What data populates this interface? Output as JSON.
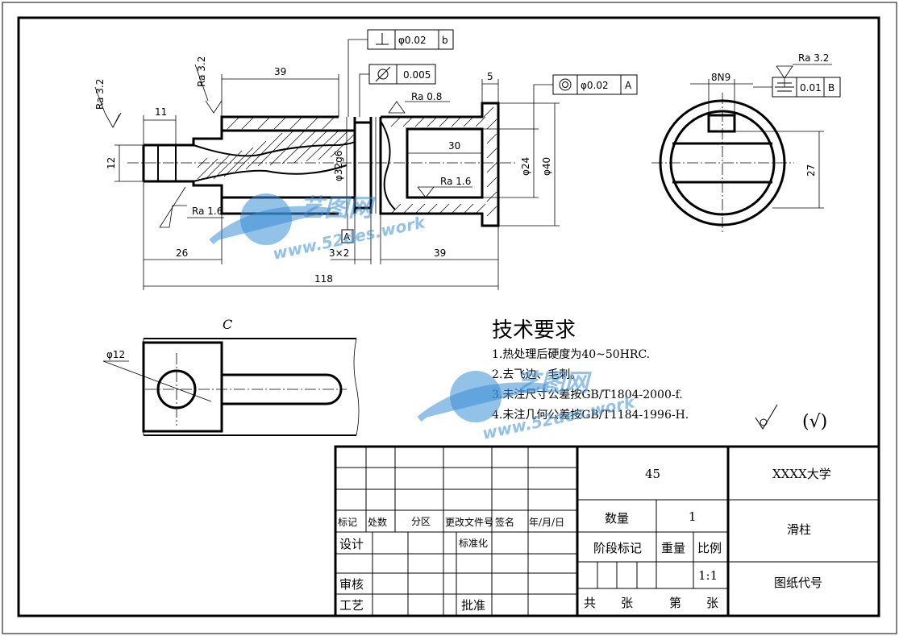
{
  "title_block": {
    "material": "45",
    "school": "XXXX大学",
    "part_name": "滑柱",
    "quantity_label": "数量",
    "quantity_value": "1",
    "stage_label": "阶段标记",
    "weight_label": "重量",
    "scale_label": "比例",
    "scale_value": "1:1",
    "drawing_no_label": "图纸代号",
    "total_label": "共",
    "sheet_label": "张",
    "no_label": "第",
    "sheet_label2": "张",
    "rev_headers": [
      "标记",
      "处数",
      "分区",
      "更改文件号",
      "签名",
      "年/月/日"
    ],
    "design_label": "设计",
    "standard_label": "标准化",
    "review_label": "审核",
    "process_label": "工艺",
    "approve_label": "批准"
  },
  "tech_requirements": {
    "heading": "技术要求",
    "items": [
      "1.热处理后硬度为40~50HRC.",
      "2.去飞边、毛刺。",
      "3.未注尺寸公差按GB/T1804-2000-f.",
      "4.未注几何公差按GB/T1184-1996-H."
    ]
  },
  "surface_finish_general": "(√)",
  "dimensions": {
    "d39_top": "39",
    "d5": "5",
    "d11": "11",
    "d12": "12",
    "d30": "30",
    "d24": "φ24",
    "d40": "φ40",
    "d32": "φ32g6",
    "d26": "26",
    "d3x2": "3×2",
    "d39_bottom": "39",
    "d118": "118",
    "d8n9": "8N9",
    "d27": "27",
    "d12_hole": "φ12"
  },
  "roughness": {
    "ra32_left": "Ra 3.2",
    "ra32_top": "Ra 3.2",
    "ra08": "Ra 0.8",
    "ra16_left": "Ra 1.6",
    "ra16_bore": "Ra 1.6",
    "ra32_right": "Ra 3.2"
  },
  "tolerances": {
    "perp_value": "φ0.02",
    "perp_datum": "b",
    "cyl_value": "0.005",
    "conc_value": "φ0.02",
    "conc_datum": "A",
    "sym_value": "0.01",
    "sym_datum": "B",
    "datum_a": "A"
  },
  "view_label_c": "C",
  "watermark": {
    "brand": "艺图网",
    "url": "www.52des.work"
  }
}
